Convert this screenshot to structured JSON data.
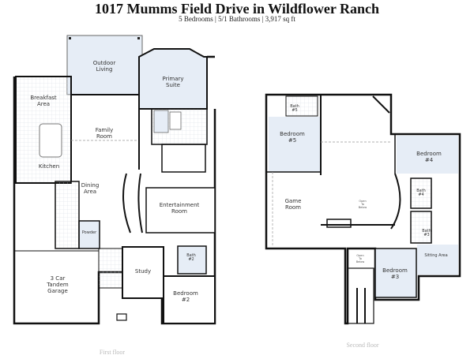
{
  "header": {
    "title": "1017 Mumms Field Drive in Wildflower Ranch",
    "subtitle": "5 Bedrooms | 5/1 Bathrooms | 3,917 sq ft"
  },
  "colors": {
    "wall": "#111111",
    "room_fill": "#e6edf6",
    "floor_label": "#bbbbbb",
    "grid": "#d8dde4"
  },
  "first_floor": {
    "caption": "First floor",
    "rooms": {
      "outdoor_living": [
        "Outdoor",
        "Living"
      ],
      "primary_suite": [
        "Primary",
        "Suite"
      ],
      "breakfast_area": [
        "Breakfast",
        "Area"
      ],
      "family_room": [
        "Family",
        "Room"
      ],
      "kitchen": "Kitchen",
      "dining_area": [
        "Dining",
        "Area"
      ],
      "entertainment_room": [
        "Entertainment",
        "Room"
      ],
      "powder": "Powder",
      "bath2": [
        "Bath",
        "#2"
      ],
      "study": "Study",
      "garage": [
        "3 Car",
        "Tandem",
        "Garage"
      ],
      "bedroom2": [
        "Bedroom",
        "#2"
      ]
    }
  },
  "second_floor": {
    "caption": "Second floor",
    "rooms": {
      "bath5": [
        "Bath",
        "#5"
      ],
      "bedroom5": [
        "Bedroom",
        "#5"
      ],
      "bedroom4": [
        "Bedroom",
        "#4"
      ],
      "bath4": [
        "Bath",
        "#4"
      ],
      "game_room": [
        "Game",
        "Room"
      ],
      "open_below_1": [
        "Open",
        "To",
        "Below"
      ],
      "bath3": [
        "Bath",
        "#3"
      ],
      "sitting_area": "Sitting Area",
      "open_below_2": [
        "Open",
        "To",
        "Below"
      ],
      "bedroom3": [
        "Bedroom",
        "#3"
      ]
    }
  }
}
